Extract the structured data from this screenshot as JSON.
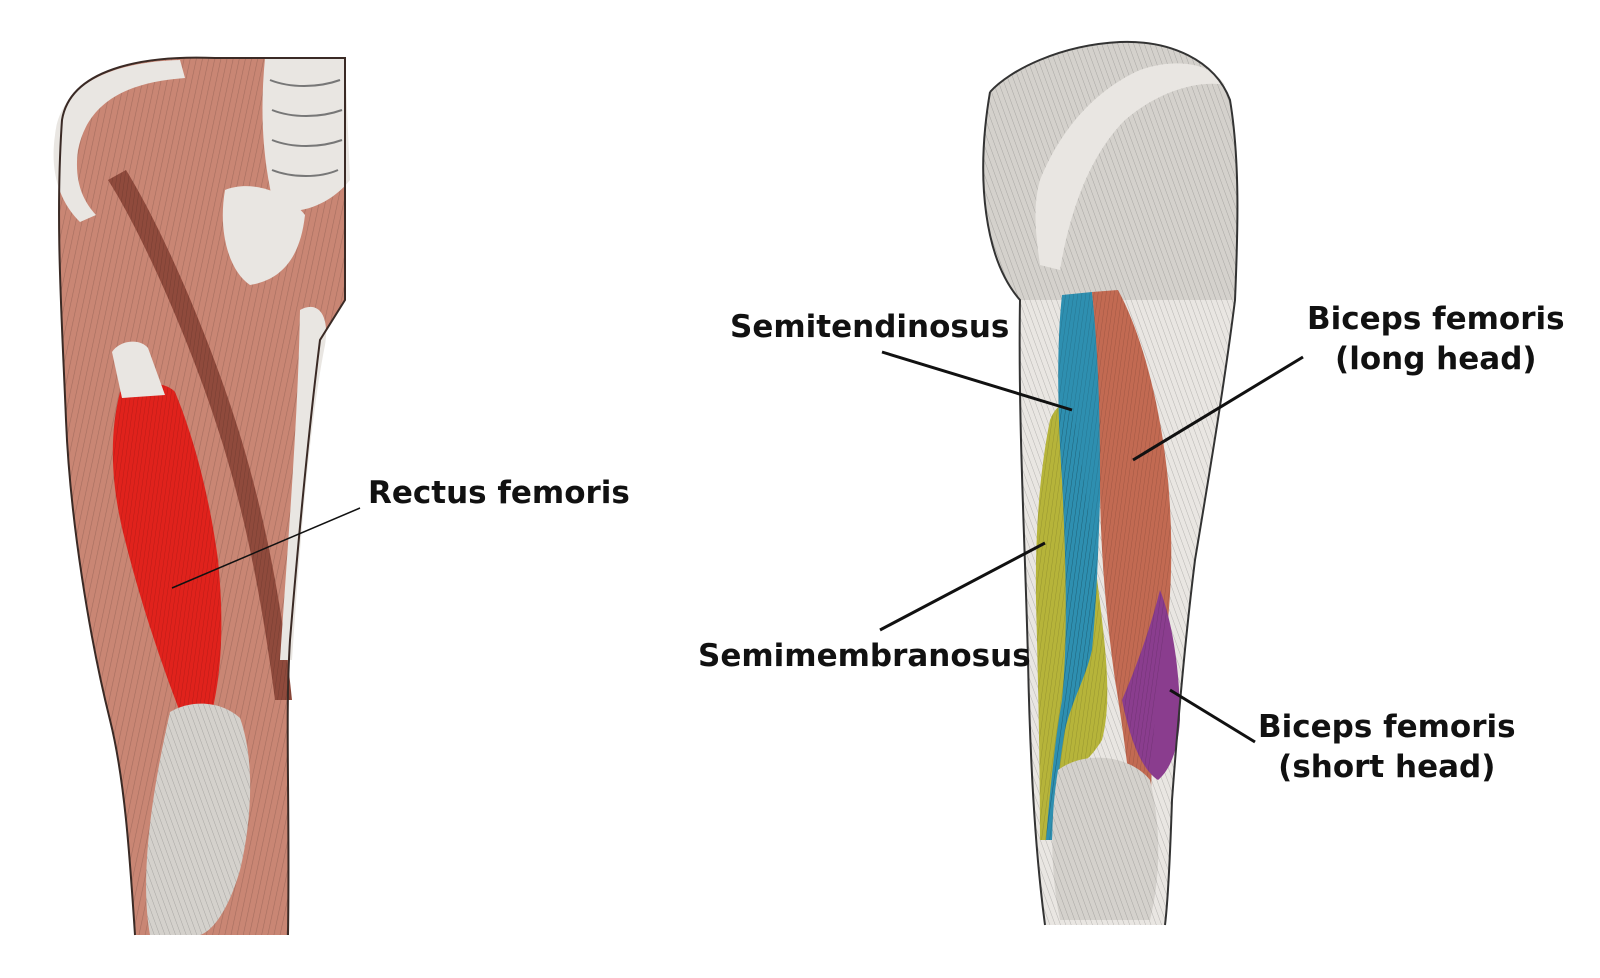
{
  "colors": {
    "background": "#ffffff",
    "muscle_base": "#c98674",
    "muscle_dark": "#8f4a3c",
    "tendon": "#e9e6e2",
    "bone": "#d4d1cc",
    "rectus_femoris": "#e0221c",
    "semitendinosus": "#2e8fb0",
    "semimembranosus": "#b6b43a",
    "biceps_long": "#c26a52",
    "biceps_short": "#8a3d8e",
    "leader_line": "#111111"
  },
  "labels": {
    "rectus_femoris": "Rectus femoris",
    "semitendinosus": "Semitendinosus",
    "semimembranosus": "Semimembranosus",
    "biceps_long_line1": "Biceps femoris",
    "biceps_long_line2": "(long head)",
    "biceps_short_line1": "Biceps femoris",
    "biceps_short_line2": "(short head)"
  },
  "icons": [
    "anterior-thigh-illustration",
    "posterior-thigh-illustration"
  ]
}
